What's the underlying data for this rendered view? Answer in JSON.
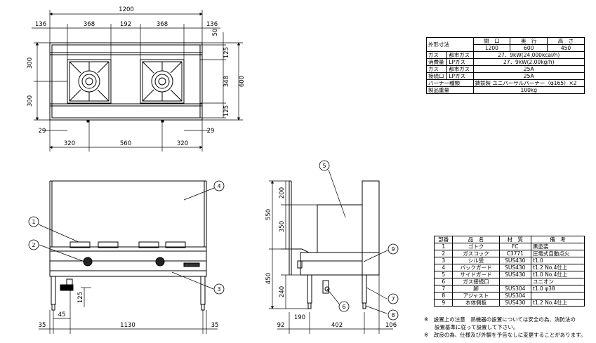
{
  "top_view": {
    "dims_top": [
      "1200",
      "136",
      "368",
      "192",
      "368",
      "136"
    ],
    "dims_right": [
      "50",
      "125",
      "348",
      "125"
    ],
    "overall_depth": "600",
    "dims_left": [
      "300",
      "300"
    ],
    "dims_bottom_small": [
      "29",
      "29"
    ],
    "dims_bottom": [
      "320",
      "560",
      "320"
    ]
  },
  "front_view": {
    "dims": [
      "35",
      "45",
      "1130",
      "35",
      "125"
    ],
    "callouts": [
      "1",
      "2",
      "3",
      "4"
    ]
  },
  "side_view": {
    "dims_left": [
      "200",
      "350",
      "550",
      "450",
      "240"
    ],
    "dims_bottom": [
      "92",
      "190",
      "402",
      "106"
    ],
    "callouts": [
      "5",
      "6",
      "7",
      "8",
      "9"
    ]
  },
  "spec_table": {
    "headers": [
      "外形寸法",
      "間　口",
      "奥　行",
      "高　さ"
    ],
    "values": [
      "1200",
      "600",
      "450"
    ],
    "rows": [
      {
        "g": "ガス",
        "l": "都市ガス",
        "v": "27．9kW(24,000kcal/h)"
      },
      {
        "g": "消費量",
        "l": "LPガス",
        "v": "27．9kW(2.00kg/h)"
      },
      {
        "g": "ガス",
        "l": "都市ガス",
        "v": "25A"
      },
      {
        "g": "接続口",
        "l": "LPガス",
        "v": "25A"
      }
    ],
    "burner_label": "バーナー種類",
    "burner_value": "鋳鉄製 ユニバーサルバーナー（φ165）×2",
    "weight_label": "製品重量",
    "weight_value": "100kg"
  },
  "parts_table": {
    "headers": [
      "部番",
      "品　名",
      "材　質",
      "備　考"
    ],
    "rows": [
      [
        "1",
        "ゴトク",
        "FC",
        "黒塗装"
      ],
      [
        "2",
        "ガスコック",
        "C3771",
        "圧電式自動点火"
      ],
      [
        "3",
        "シル受",
        "SUS430",
        "t1.0"
      ],
      [
        "4",
        "バックガード",
        "SUS430",
        "t1.2 No.4仕上"
      ],
      [
        "5",
        "サイドガード",
        "SUS430",
        "t1.0 No.4仕上"
      ],
      [
        "6",
        "ガス接続口",
        "",
        "ユニオン"
      ],
      [
        "7",
        "脚",
        "SUS304",
        "t1.0 φ38"
      ],
      [
        "8",
        "アジャスト",
        "SUS304",
        ""
      ],
      [
        "9",
        "本体側板",
        "SUS430",
        "t1.2 No.4仕上"
      ]
    ]
  },
  "notes": [
    "※　設置上の注意　熱機器の設置については安全の為、消防法の",
    "　　設置基準に従って設置して下さい。",
    "※　改良の為、仕様及び外観を予告なしに変更することがあります。"
  ]
}
